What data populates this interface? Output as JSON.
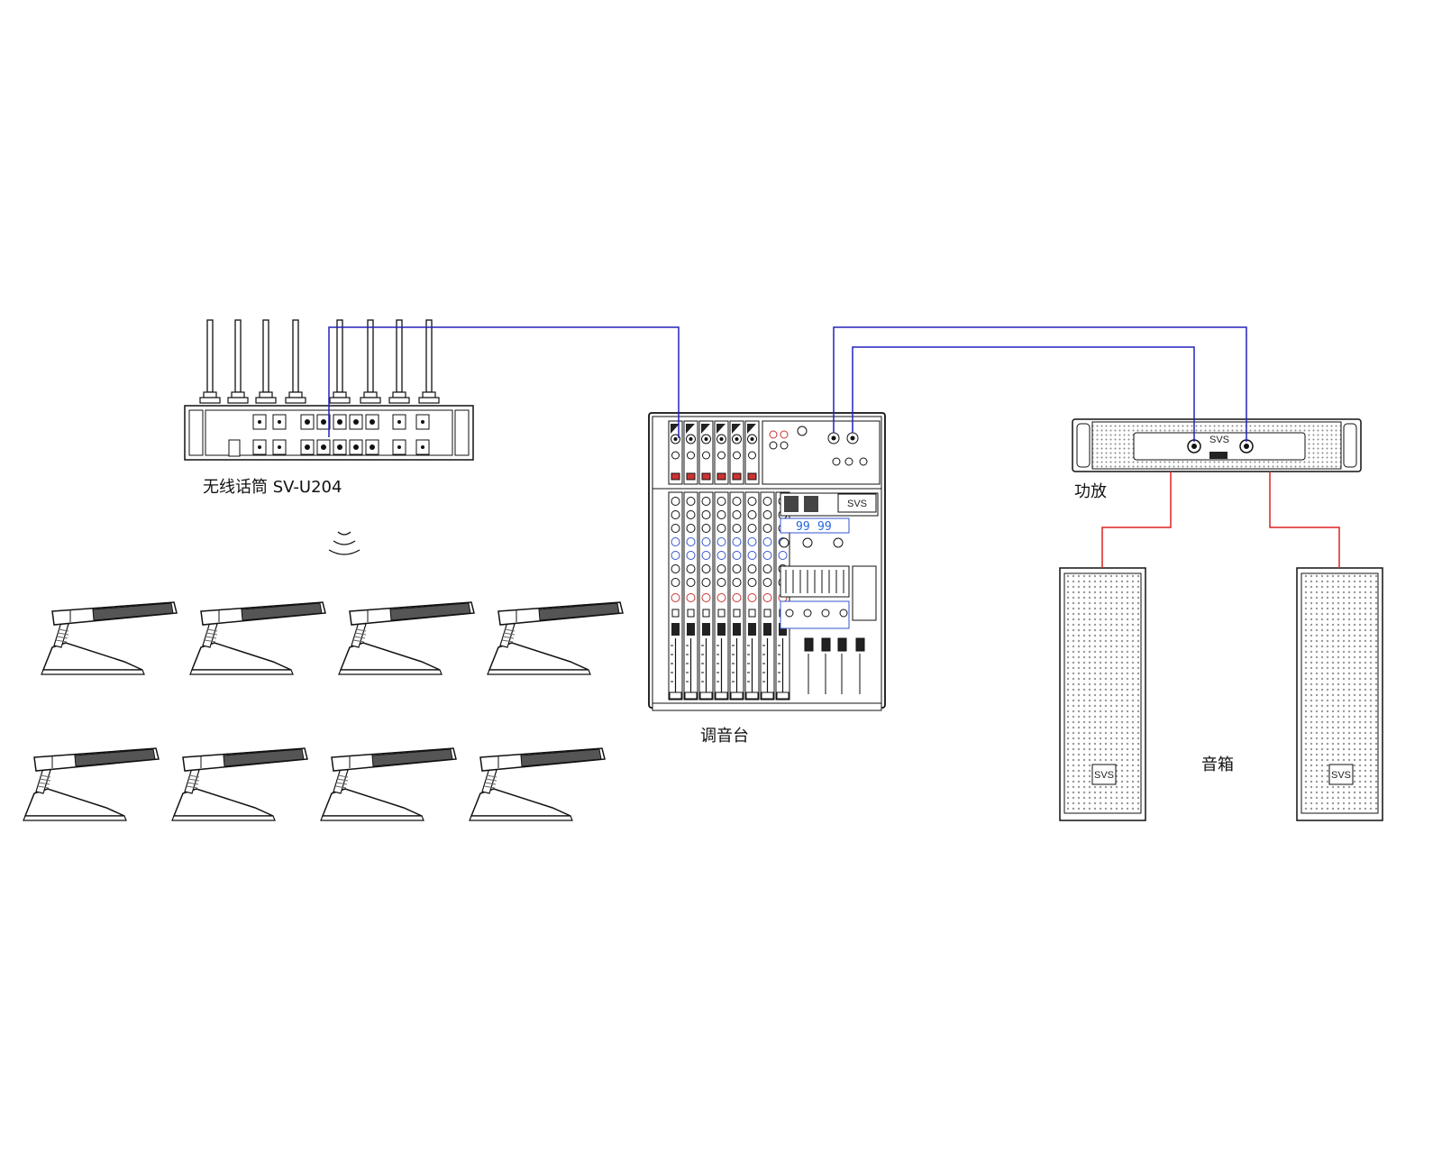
{
  "labels": {
    "receiver": "无线话筒 SV-U204",
    "mixer": "调音台",
    "amplifier": "功放",
    "speakers": "音箱"
  },
  "brand": {
    "amp_logo": "SVS",
    "speaker_logo": "SVS",
    "mixer_logo": "SVS"
  },
  "mixer_display": {
    "left": "99",
    "right": "99"
  },
  "colors": {
    "signal_cable": "#2222bb",
    "speaker_cable": "#dd2222",
    "line": "#111111"
  },
  "devices": {
    "microphone_count": 8,
    "receiver_antenna_count": 8,
    "speaker_count": 2
  }
}
